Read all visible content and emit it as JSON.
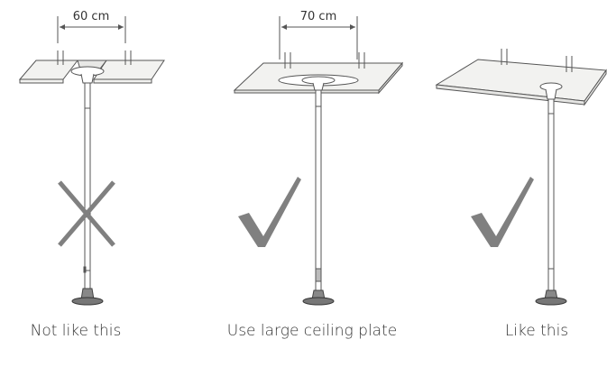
{
  "panels": [
    {
      "dimension_label": "60 cm",
      "caption": "Not like this",
      "mark": "cross-icon"
    },
    {
      "dimension_label": "70 cm",
      "caption": "Use large ceiling plate",
      "mark": "check-icon"
    },
    {
      "caption": "Like this",
      "mark": "check-icon"
    }
  ],
  "colors": {
    "line": "#555555",
    "mark": "#808080",
    "plate_fill": "#f2f2f0"
  }
}
